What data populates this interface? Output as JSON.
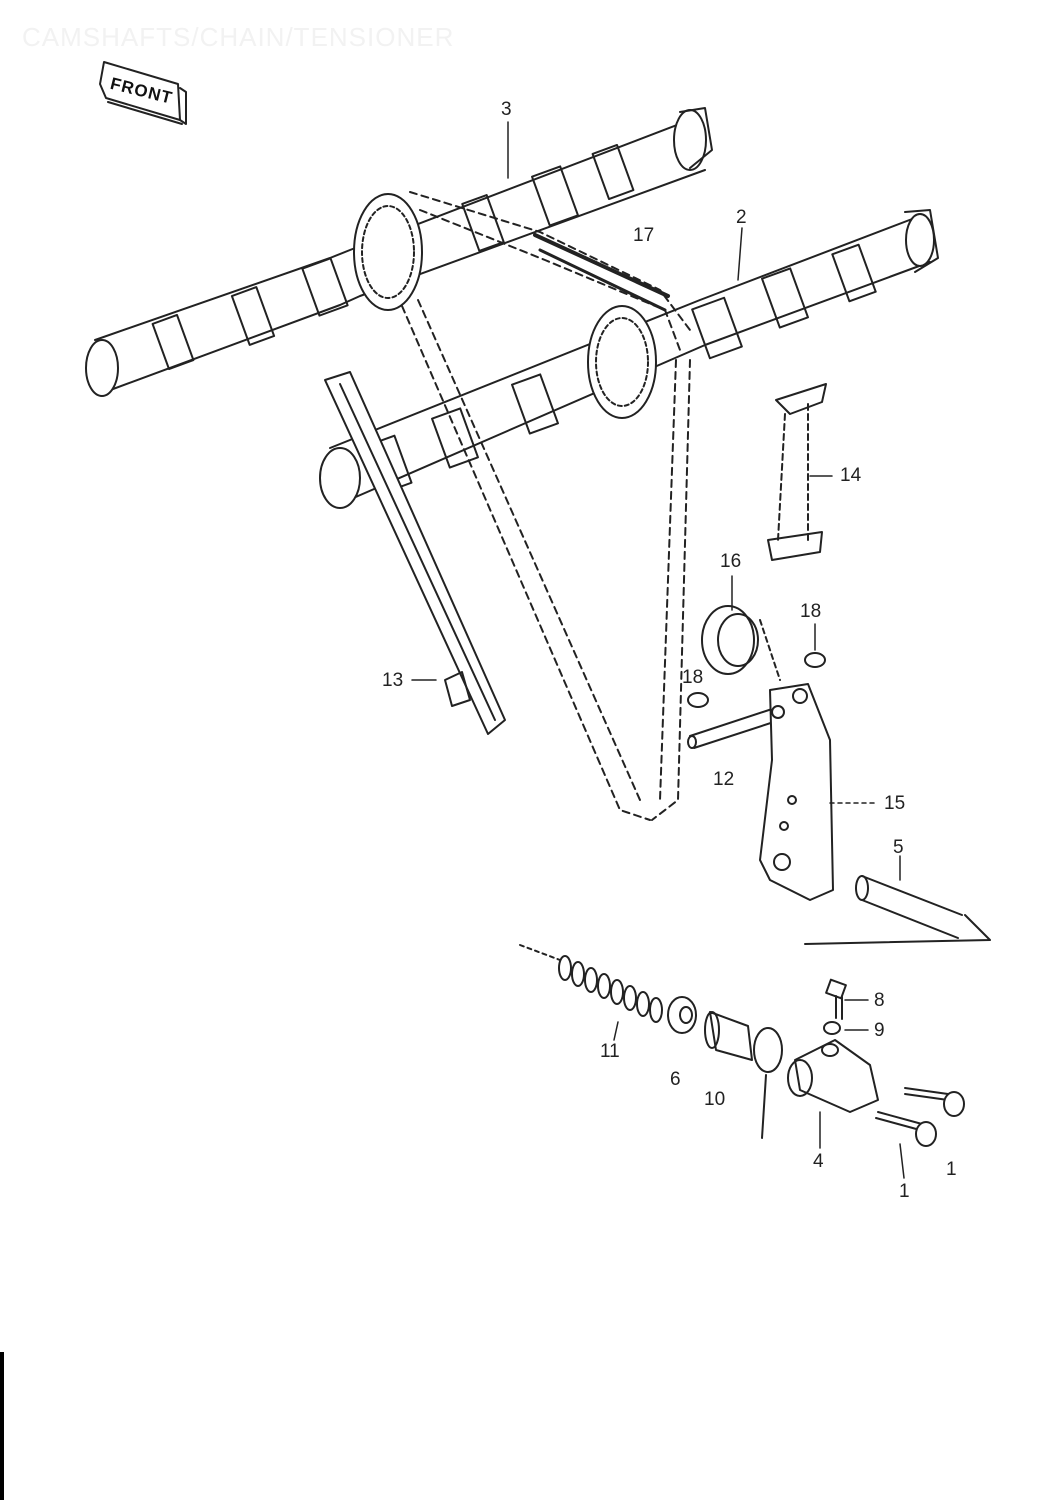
{
  "page_title": "CAMSHAFTS/CHAIN/TENSIONER",
  "front_badge": "FRONT",
  "callouts": [
    {
      "id": "3",
      "text": "3"
    },
    {
      "id": "17",
      "text": "17"
    },
    {
      "id": "2",
      "text": "2"
    },
    {
      "id": "14",
      "text": "14"
    },
    {
      "id": "16",
      "text": "16"
    },
    {
      "id": "18a",
      "text": "18"
    },
    {
      "id": "18b",
      "text": "18"
    },
    {
      "id": "13",
      "text": "13"
    },
    {
      "id": "12",
      "text": "12"
    },
    {
      "id": "15",
      "text": "15"
    },
    {
      "id": "5",
      "text": "5"
    },
    {
      "id": "8",
      "text": "8"
    },
    {
      "id": "9",
      "text": "9"
    },
    {
      "id": "11",
      "text": "11"
    },
    {
      "id": "6",
      "text": "6"
    },
    {
      "id": "10",
      "text": "10"
    },
    {
      "id": "4",
      "text": "4"
    },
    {
      "id": "1a",
      "text": "1"
    },
    {
      "id": "1b",
      "text": "1"
    }
  ]
}
